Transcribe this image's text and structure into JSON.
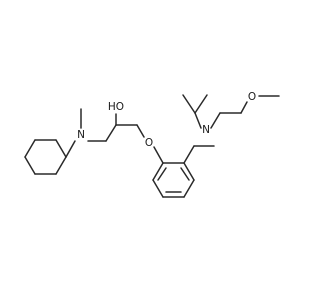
{
  "molecule": {
    "atom_labels": {
      "hydroxyl": "HO",
      "ether_oxygen": "O",
      "amine_methylcyclohexyl": "N",
      "amine_isopropyl": "N",
      "methoxy_oxygen": "O"
    },
    "colors": {
      "bond": "#2a2a2a",
      "label": "#1a1a1a",
      "background": "#ffffff"
    }
  }
}
